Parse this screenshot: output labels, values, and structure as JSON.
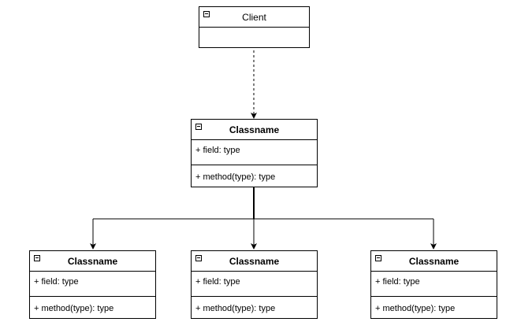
{
  "diagram": {
    "client": {
      "name": "Client"
    },
    "abstract": {
      "name": "Classname",
      "field": "+ field: type",
      "method": "+ method(type): type"
    },
    "children": [
      {
        "name": "Classname",
        "field": "+ field: type",
        "method": "+ method(type): type"
      },
      {
        "name": "Classname",
        "field": "+ field: type",
        "method": "+ method(type): type"
      },
      {
        "name": "Classname",
        "field": "+ field: type",
        "method": "+ method(type): type"
      }
    ]
  }
}
